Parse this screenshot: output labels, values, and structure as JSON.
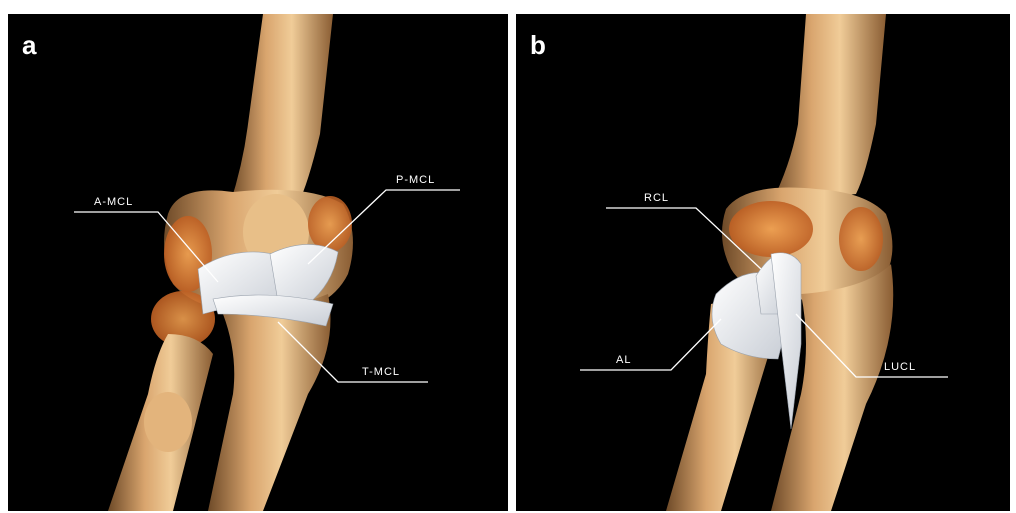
{
  "panels": [
    {
      "letter": "a",
      "labels": {
        "a_mcl": "A-MCL",
        "p_mcl": "P-MCL",
        "t_mcl": "T-MCL"
      }
    },
    {
      "letter": "b",
      "labels": {
        "rcl": "RCL",
        "al": "AL",
        "lucl": "LUCL"
      }
    }
  ],
  "colors": {
    "background": "#000000",
    "bone": "#d9a56e",
    "bone_highlight": "#f0cc98",
    "cartilage": "#d86a24",
    "ligament": "#e9ecef",
    "label": "#ffffff"
  }
}
